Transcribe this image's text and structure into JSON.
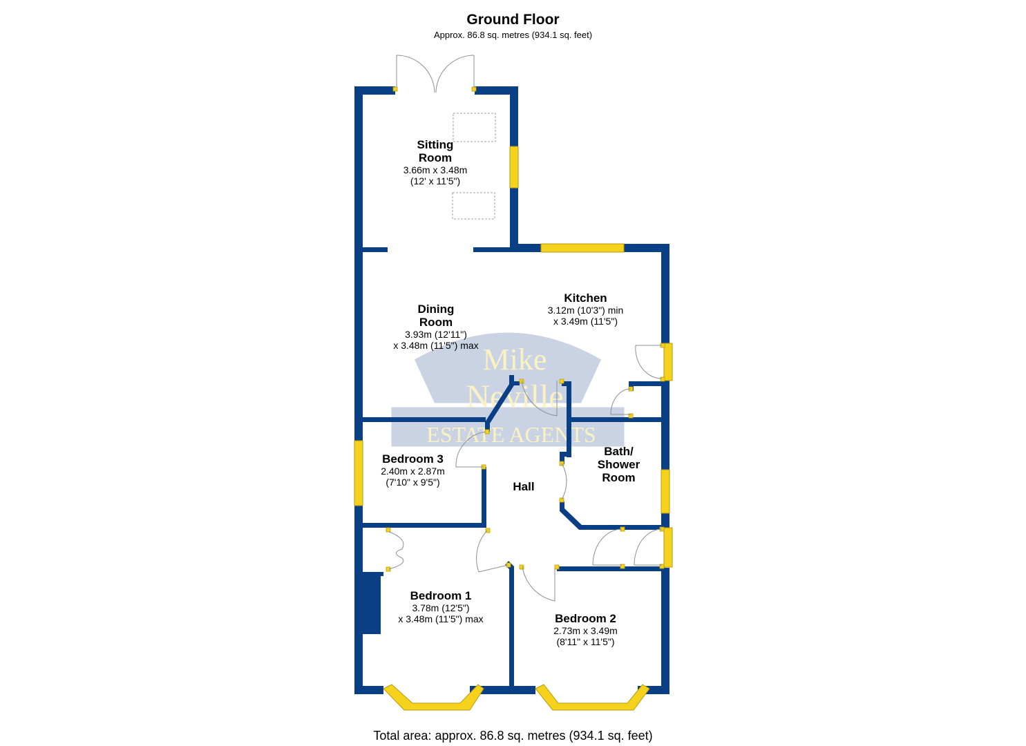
{
  "header": {
    "title": "Ground Floor",
    "subtitle": "Approx. 86.8 sq. metres (934.1 sq. feet)"
  },
  "footer": {
    "total_area": "Total area: approx. 86.8 sq. metres (934.1 sq. feet)"
  },
  "watermark": {
    "line1": "Mike",
    "line2": "Neville",
    "line3": "ESTATE AGENTS"
  },
  "colors": {
    "wall": "#0a3f86",
    "window": "#f5d21b",
    "watermark_bg": "#c9d3e3",
    "watermark_text": "#fbf2c4",
    "door_arc": "#8a8f99"
  },
  "rooms": [
    {
      "id": "sitting-room",
      "name_line1": "Sitting",
      "name_line2": "Room",
      "dim_line1": "3.66m x 3.48m",
      "dim_line2": "(12' x 11'5\")"
    },
    {
      "id": "dining-room",
      "name_line1": "Dining",
      "name_line2": "Room",
      "dim_line1": "3.93m (12'11\")",
      "dim_line2": "x 3.48m (11'5\") max"
    },
    {
      "id": "kitchen",
      "name_line1": "Kitchen",
      "dim_line1": "3.12m (10'3\") min",
      "dim_line2": "x 3.49m (11'5\")"
    },
    {
      "id": "bedroom-3",
      "name_line1": "Bedroom 3",
      "dim_line1": "2.40m x 2.87m",
      "dim_line2": "(7'10\" x 9'5\")"
    },
    {
      "id": "hall",
      "name_line1": "Hall"
    },
    {
      "id": "bath-shower-room",
      "name_line1": "Bath/",
      "name_line2": "Shower",
      "name_line3": "Room"
    },
    {
      "id": "bedroom-1",
      "name_line1": "Bedroom 1",
      "dim_line1": "3.78m (12'5\")",
      "dim_line2": "x 3.48m (11'5\") max"
    },
    {
      "id": "bedroom-2",
      "name_line1": "Bedroom 2",
      "dim_line1": "2.73m x 3.49m",
      "dim_line2": "(8'11\" x 11'5\")"
    }
  ]
}
